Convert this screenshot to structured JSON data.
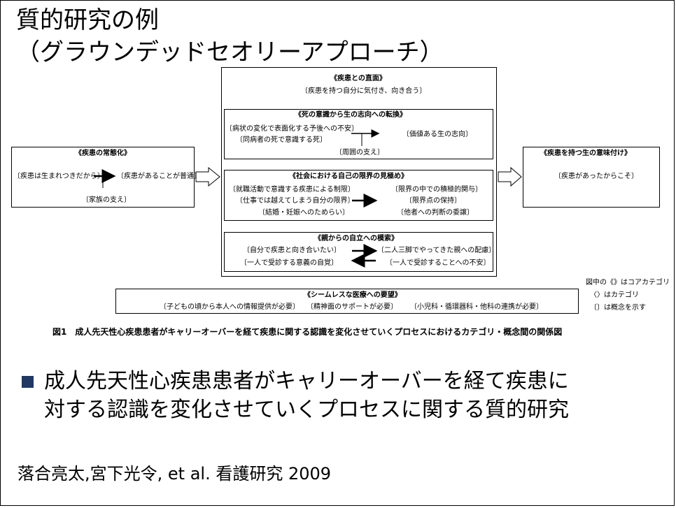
{
  "title": {
    "line1": "質的研究の例",
    "line2": "（グラウンデッドセオリーアプローチ）"
  },
  "diagram": {
    "left_box": {
      "heading": "《疾患の常態化》",
      "item1": "〔疾患は生まれつきだから〕",
      "item2": "〔疾患があることが普通〕",
      "item3": "〔家族の支え〕"
    },
    "center_header": {
      "heading": "《疾患との直面》",
      "sub": "〔疾患を持つ自分に気付き、向き合う〕"
    },
    "section1": {
      "heading": "《死の意識から生の志向への転換》",
      "left1": "〔病状の変化で表面化する予後への不安〕",
      "left2": "〔同病者の死で意識する死〕",
      "right1": "〔価値ある生の志向〕",
      "bottom": "〔周囲の支え〕"
    },
    "section2": {
      "heading": "《社会における自己の限界の見極め》",
      "left1": "〔就職活動で意識する疾患による制限〕",
      "left2": "〔仕事では越えてしまう自分の限界〕",
      "left3": "〔結婚・妊娠へのためらい〕",
      "right1": "〔限界の中での積極的関与〕",
      "right2": "〔限界点の保持〕",
      "right3": "〔他者への判断の委譲〕"
    },
    "section3": {
      "heading": "《親からの自立への模索》",
      "left1": "〔自分で疾患と向き合いたい〕",
      "left2": "〔一人で受診する意義の自覚〕",
      "right1": "〔二人三脚でやってきた親への配慮〕",
      "right2": "〔一人で受診することへの不安〕"
    },
    "right_box": {
      "heading": "《疾患を持つ生の意味付け》",
      "item1": "〔疾患があったからこそ〕"
    },
    "bottom_box": {
      "heading": "《シームレスな医療への要望》",
      "item1": "〔子どもの頃から本人への情報提供が必要〕",
      "item2": "〔精神面のサポートが必要〕",
      "item3": "〔小児科・循環器科・他科の連携が必要〕"
    },
    "legend": {
      "line1": "図中の《》はコアカテゴリ",
      "line2": "〈〉はカテゴリ",
      "line3": "〔〕は概念を示す"
    },
    "caption": "図1　成人先天性心疾患患者がキャリーオーバーを経て疾患に関する認識を変化させていくプロセスにおけるカテゴリ・概念間の関係図"
  },
  "bullet": {
    "line1": "成人先天性心疾患患者がキャリーオーバーを経て疾患に",
    "line2": "対する認識を変化させていくプロセスに関する質的研究"
  },
  "citation": "落合亮太,宮下光令, et al. 看護研究 2009",
  "colors": {
    "bullet": "#1f3864"
  }
}
